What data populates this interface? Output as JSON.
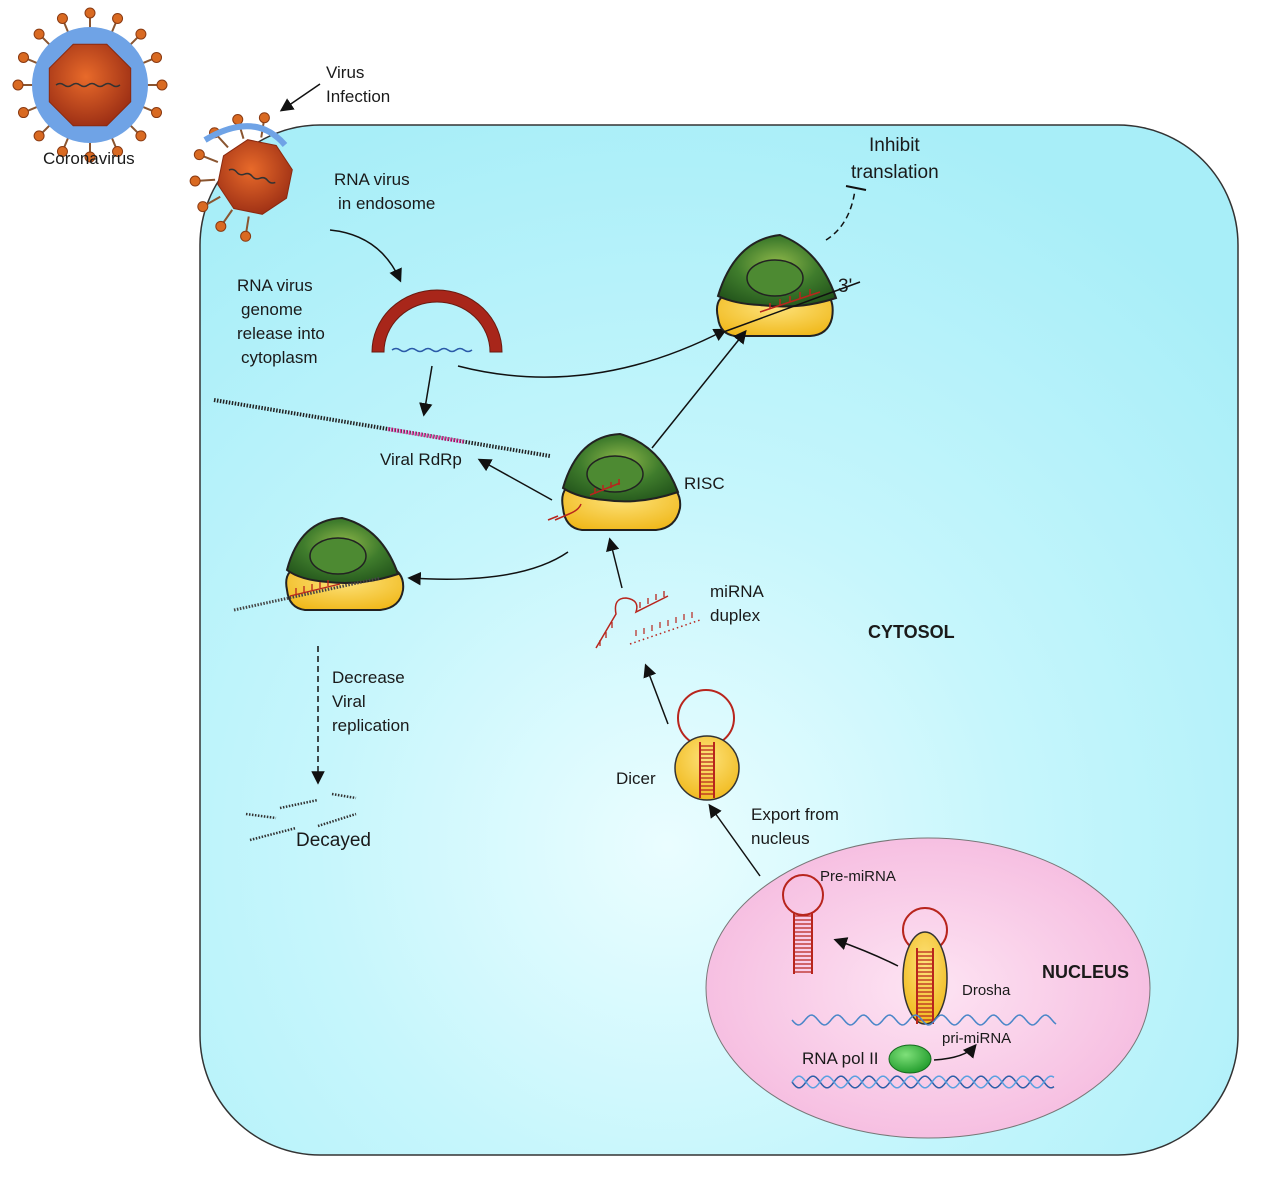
{
  "labels": {
    "coronavirus": "Coronavirus",
    "virus_infection_1": "Virus",
    "virus_infection_2": "Infection",
    "endosome_1": "RNA virus",
    "endosome_2": "in endosome",
    "genome_1": "RNA virus",
    "genome_2": "genome",
    "genome_3": "release into",
    "genome_4": "cytoplasm",
    "inhibit_1": "Inhibit",
    "inhibit_2": "translation",
    "three_prime": "3'",
    "rdrp": "Viral RdRp",
    "risc": "RISC",
    "mirna_duplex_1": "miRNA",
    "mirna_duplex_2": "duplex",
    "cytosol": "CYTOSOL",
    "decrease_1": "Decrease",
    "decrease_2": "Viral",
    "decrease_3": "replication",
    "decayed": "Decayed",
    "dicer": "Dicer",
    "export_1": "Export from",
    "export_2": "nucleus",
    "pre_mirna": "Pre-miRNA",
    "nucleus": "NUCLEUS",
    "drosha": "Drosha",
    "pri_mirna": "pri-miRNA",
    "rna_pol": "RNA pol II"
  },
  "colors": {
    "cell_fill": "#bff4fb",
    "nucleus_fill": "#f8c6e6",
    "virus_red": "#a8361b",
    "virus_orange": "#cf5a1f",
    "envelope_blue": "#6fa3e6",
    "risc_green": "#2f6b25",
    "risc_yellow": "#f5c62a",
    "rna_red": "#b8251d",
    "rdrp_pink": "#e0339a",
    "pol_green": "#2fb53a",
    "dna_blue": "#4a86c8"
  }
}
